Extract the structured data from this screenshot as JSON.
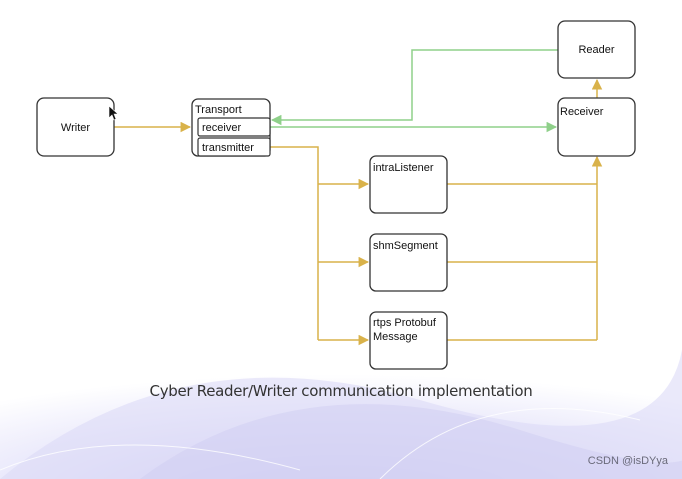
{
  "diagram": {
    "nodes": {
      "writer": "Writer",
      "transport": "Transport",
      "receiver_port": "receiver",
      "transmitter_port": "transmitter",
      "intra_listener": "intraListener",
      "shm_segment": "shmSegment",
      "rtps_line1": "rtps Protobuf",
      "rtps_line2": "Message",
      "receiver": "Receiver",
      "reader": "Reader"
    },
    "caption": "Cyber Reader/Writer communication implementation"
  },
  "watermark": "CSDN @isDYya",
  "colors": {
    "gold_arrow": "#d9b24a",
    "green_arrow": "#8fd08a",
    "box_border": "#333333"
  }
}
